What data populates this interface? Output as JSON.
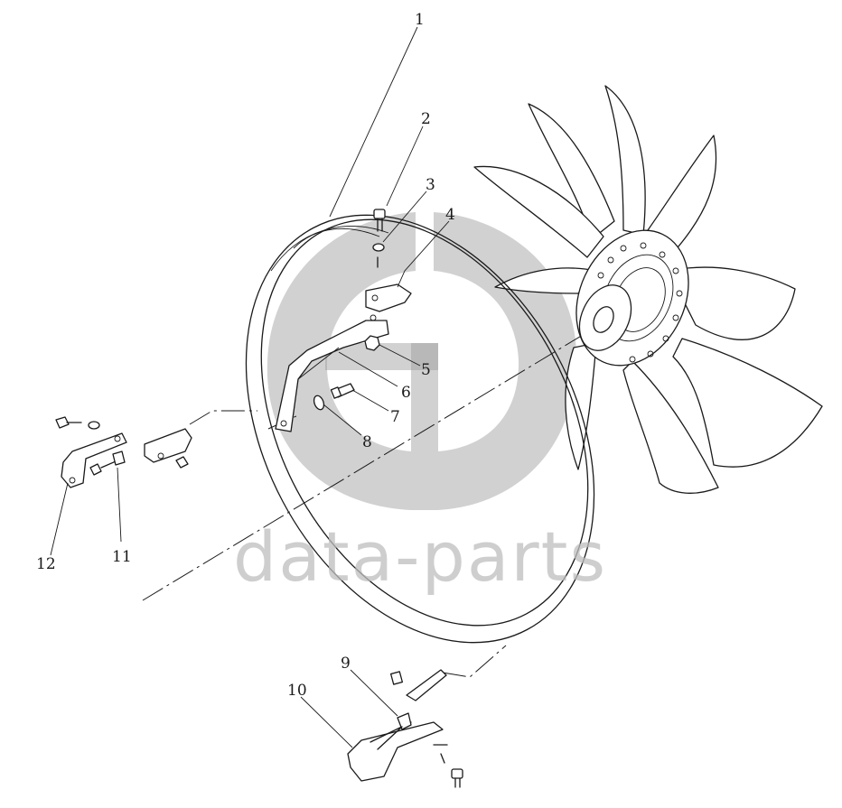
{
  "watermark": {
    "text": "data-parts",
    "logo": "data-parts-logo"
  },
  "callouts": [
    {
      "id": "1",
      "label": "1"
    },
    {
      "id": "2",
      "label": "2"
    },
    {
      "id": "3",
      "label": "3"
    },
    {
      "id": "4",
      "label": "4"
    },
    {
      "id": "5",
      "label": "5"
    },
    {
      "id": "6",
      "label": "6"
    },
    {
      "id": "7",
      "label": "7"
    },
    {
      "id": "8",
      "label": "8"
    },
    {
      "id": "9",
      "label": "9"
    },
    {
      "id": "10",
      "label": "10"
    },
    {
      "id": "11",
      "label": "11"
    },
    {
      "id": "12",
      "label": "12"
    }
  ],
  "colors": {
    "line": "#1a1a1a",
    "watermark": "#9a9a9a",
    "background": "#ffffff"
  }
}
